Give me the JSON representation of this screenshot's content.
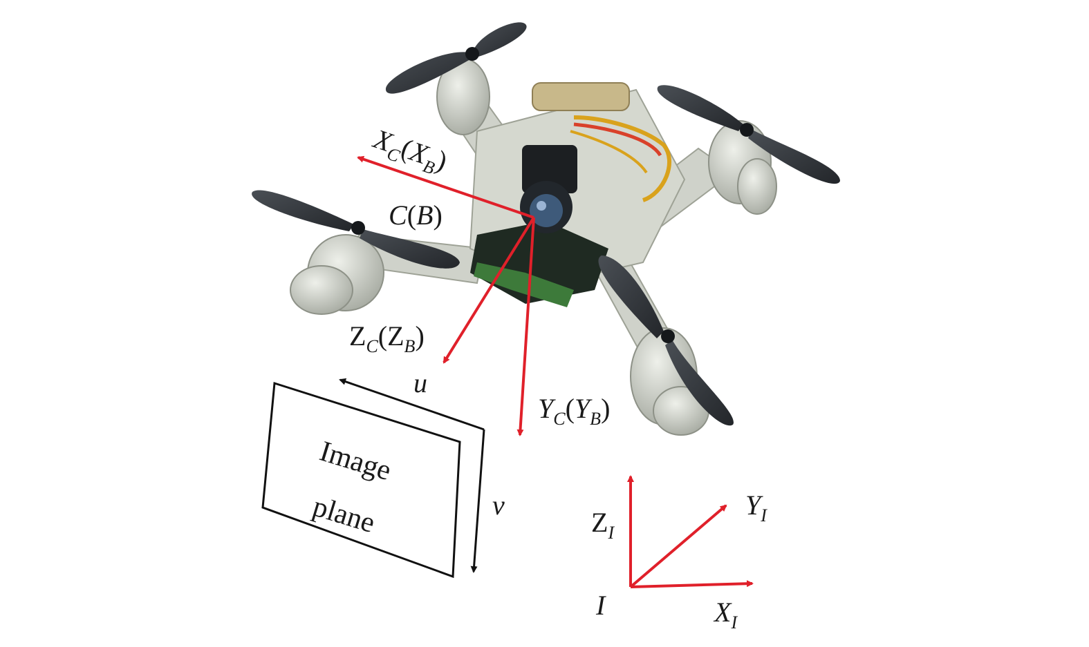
{
  "colors": {
    "axis_red": "#e0202a",
    "image_axis": "#111111",
    "drone_body": "#c9ccc4",
    "propeller": "#2f3338",
    "pcb": "#1f2a22",
    "pcb_green": "#3d7a3a"
  },
  "labels": {
    "xc_main": "X",
    "xc_sub": "C",
    "xb_main": "X",
    "xb_sub": "B",
    "origin_c": "C",
    "origin_b": "B",
    "zc_main": "Z",
    "zc_sub": "C",
    "zb_main": "Z",
    "zb_sub": "B",
    "yc_main": "Y",
    "yc_sub": "C",
    "yb_main": "Y",
    "yb_sub": "B",
    "u": "u",
    "v": "v",
    "image_plane_line1": "Image",
    "image_plane_line2": "plane",
    "zi_main": "Z",
    "zi_sub": "I",
    "yi_main": "Y",
    "yi_sub": "I",
    "xi_main": "X",
    "xi_sub": "I",
    "origin_i": "I"
  },
  "icons": {
    "drone": "quadrotor-drone-icon"
  }
}
